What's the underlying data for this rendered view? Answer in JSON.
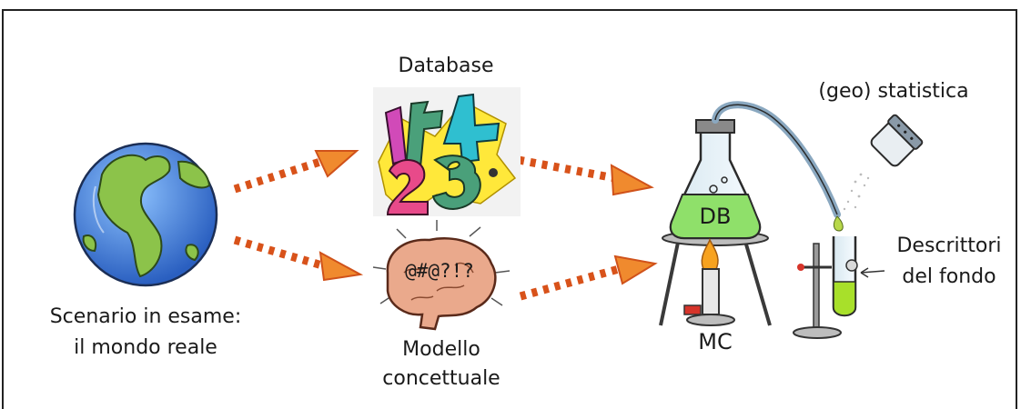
{
  "labels": {
    "scenario_line1": "Scenario in esame:",
    "scenario_line2": "il mondo reale",
    "database": "Database",
    "model_line1": "Modello",
    "model_line2": "concettuale",
    "statistics": "(geo) statistica",
    "descriptors_line1": "Descrittori",
    "descriptors_line2": "del fondo",
    "flask": "DB",
    "burner": "MC",
    "brain_symbols": "@#@?!?"
  },
  "colors": {
    "arrow": "#e8661c",
    "ocean": "#3a78d8",
    "land": "#8cc34a",
    "liquid": "#8fe06a",
    "brain": "#e8a98a"
  }
}
